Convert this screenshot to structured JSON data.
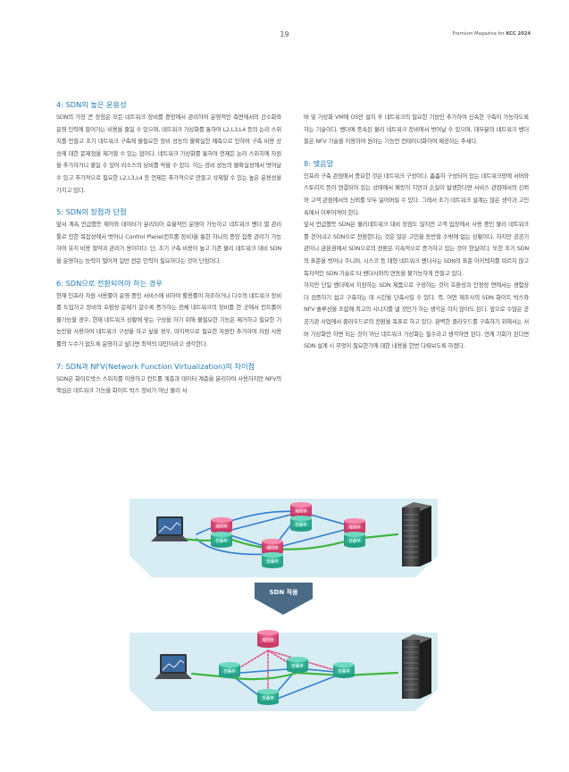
{
  "header": {
    "page_number": "19",
    "magazine_prefix": "Premium Magazine for ",
    "magazine_brand": "KCC 2024"
  },
  "article": {
    "sec4_heading": "4: SDN의 높은 운용성",
    "sec4_text": "SDN의 가장 큰 장점은 모든 네트워크 장비를 중앙에서 관리하여 운영적인 측면에서의 간소화와 운영 인력에 들어가는 비용을 줄일 수 있으며, 네트워크 가상화를 통하여 L2,L3,L4 등의 논리 스위치를 만들고 초기 네트워크 구축에 불필요한 장비 성능의 불확실한 예측으로 인하여 구축 비용 상승에 대한 문제점을 제거할 수 있는 점이다. 네트워크 가상화를 통하여 언제든 논리 스위치에 자원을 추가하거나 줄일 수 있어 리소스의 낭비를 막을 수 있다. 이는 장비 성능의 불확실성에서 벗어날 수 있고 추가적으로 필요한 L2,L3,L4 등 언제든 추가적으로 만들고 삭제할 수 있는 높은 운용성을 가지고 있다.",
    "sec5_heading": "5: SDN의 장점과 단점",
    "sec5_text": "앞서 계속 언급했듯 제어와 데이터가 분리되어 효율적인 운영이 가능하고 네트워크 벤더 별 관리 툴로 인한 복잡성에서 벗어나 Control Plane(컨트롤 장비)을 통한 하나의 중앙 집중 관리가 가능하여 유지 비용 절약과 관리가 용이하다. 단, 초기 구축 비용이 높고 기존 물리 네트워크 대비 SDN을 운영하는 능력이 떨어져 일반 전문 인력이 필요하다는 것이 단점이다.",
    "sec6_heading": "6: SDN으로 전환되어야 하는 경우",
    "sec6_text": "현재 인프라 자원 사용률이 운영 중인 서비스에 비하여 활용률이 저조하거나 다수의 네트워크 장비를 도입하고 장비의 호환성 문제가 갈수록 증가하는 전체 네트워크의 장비를 한 곳에서 컨트롤이 불가능할 경우, 현재 네트워크 상황에 맞는 구성을 하기 위해 불필요한 기능은 제거하고 필요한 기능만을 사용하여 네트워크 구성을 하고 싶을 경우, 마지막으로 필요한 자원만 추가하여 자원 사용률의 누수가 없도록 운영하고 싶다면 최적의 대안이라고 생각한다.",
    "sec7_heading": "7: SDN과 NFV(Network Function Virtualization)의 차이점",
    "sec7_text": "SDN은 화이트박스 스위치를 이용하고 컨트롤 계층과 데이터 계층을 분리하여 사용하지만 NFV의 핵심은 네트워크 기능을 화이트 박스 장비가 아닌 물리 서",
    "sec7_cont": "버 및 가상화 VM에 OS만 설치 후 네트워크의 필요한 기능만 추가하여 신속한 구축이 가능하도록 하는 기술이다. 벤더에 종속된 물리 네트워크 장비에서 벗어날 수 있으며, 대부분의 네트워크 벤더들은 NFV 기술을 이용하여 원하는 기능만 컨테이너화하여 제공하는 추세다.",
    "sec8_heading": "8: 맺음말",
    "sec8_p1": "인프라 구축 관점에서 중요한 것은 네트워크 구성이다. 촘촘히 구성되어 있는 네트워크망에 서버와 스토리지 등이 연결되어 있는 상태에서 패킷의 지연과 손실이 발생한다면 서비스 관점에서의 신뢰와 고객 관점에서의 신뢰를 모두 잃어버릴 수 있다. 그래서 초기 네트워크 설계는 많은 생각과 고민 속에서 이루어져야 한다.",
    "sec8_p2": "앞서 언급했듯 SDN은 물리네트워크 대비 장점도 많지만 고객 입장에서 사용 중인 물리 네트워크를 걷어내고 SDN으로 전환한다는 것은 많은 고민을 동반할 수밖에 없는 상황이다. 하지만 공공기관이나 금융권에서 SDN으로의 전환은 지속적으로 증가하고 있는 것이 현실이다. 또한 초기 SDN의 표준을 벗어나 주니퍼, 시스코 등 대형 네트워크 벤더사는 SDN의 표준 아키텍처를 따르지 않고 독자적인 SDN 기술로 타 벤더사와의 연동을 불가능하게 만들고 있다.",
    "sec8_p3": "하지만 단일 벤더에서 지원하는 SDN 제품으로 구성하는 것이 호환성과 안정성 면에서는 경험상 더 검증하기 쉽고 구축하는 데 시간을 단축시킬 수 있다. 즉, 어떤 제조사의 SDN 화이트 박스와 NFV 솔루션을 조합해 최고의 시너지를 낼 것인가 하는 생각은 하지 않아도 된다. 앞으로 수많은 공공기관 사업에서 클라우드로의 전환을 목표로 하고 있다. 완벽한 클라우드를 구축하기 위해서는 서버 가상화만 하면 되는 것이 아닌 네트워크 가상화는 필수라고 생각하면 된다. 연계 기회가 된다면 SDN 설계 시 무엇이 필요한가에 대한 내용을 한번 다뤄보도록 하겠다."
  },
  "diagram": {
    "label_control": "제어부",
    "label_transport": "전송부",
    "arrow_label": "SDN 적용",
    "colors": {
      "control": "#e64f7d",
      "transport": "#33b59a",
      "link_green": "#3fb53f",
      "link_blue": "#2f7fd0",
      "panel": "#d8ecf4",
      "arrow": "#4a6a86"
    }
  }
}
